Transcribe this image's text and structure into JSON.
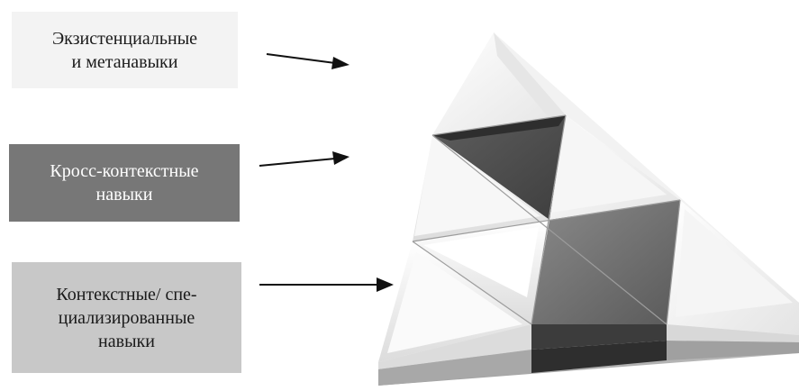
{
  "levels": [
    {
      "lines": [
        "Экзистенциальные",
        "и метанавыки"
      ],
      "box_color": "#f3f3f3",
      "text_color": "#1a1a1a"
    },
    {
      "lines": [
        "Кросс-контекстные",
        "навыки"
      ],
      "box_color": "#777777",
      "text_color": "#ffffff"
    },
    {
      "lines": [
        "Контекстные/ спе-",
        "циализированные",
        "навыки"
      ],
      "box_color": "#c8c8c8",
      "text_color": "#1a1a1a"
    }
  ],
  "colors": {
    "tile_light": "#efefef",
    "tile_mid_dark": "#6a6a6a",
    "tile_dark": "#4a4a4a",
    "arrow": "#111111"
  }
}
